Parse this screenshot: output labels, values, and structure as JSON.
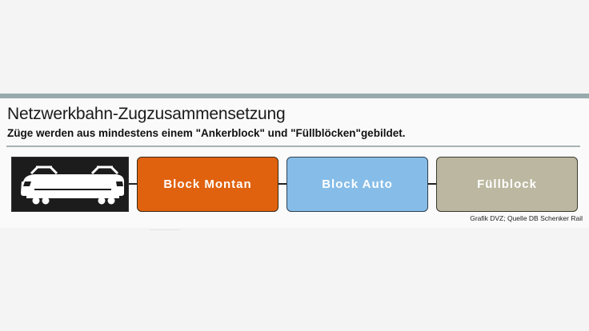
{
  "header": {
    "title": "Netzwerkbahn-Zugzusammensetzung",
    "subtitle": "Züge werden aus mindestens einem \"Ankerblock\" und \"Füllblöcken\"gebildet."
  },
  "blocks": [
    {
      "label": "Block Montan",
      "color": "#e0620f"
    },
    {
      "label": "Block Auto",
      "color": "#86bde8"
    },
    {
      "label": "Füllblock",
      "color": "#bbb7a0"
    }
  ],
  "locomotive": {
    "icon": "locomotive-icon"
  },
  "footer": {
    "source": "Grafik DVZ; Quelle DB Schenker Rail"
  },
  "colors": {
    "accent_bar": "#98aaab",
    "loco_background": "#1c1c1c"
  }
}
